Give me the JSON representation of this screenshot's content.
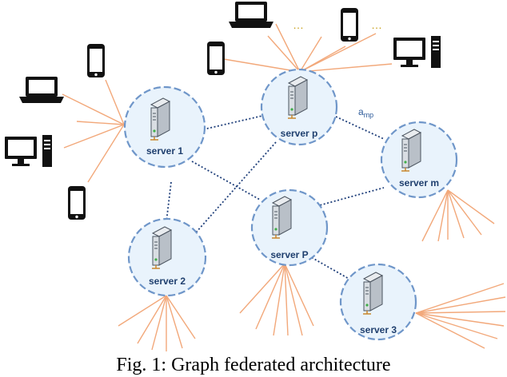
{
  "caption": "Fig. 1: Graph federated architecture",
  "edge_label": {
    "main": "a",
    "sub": "mp"
  },
  "ellipsis": "…",
  "colors": {
    "client_link": "#f2a87a",
    "server_link": "#1f3f7a",
    "node_fill": "#e9f3fc",
    "node_border": "#6f96c9",
    "label": "#1f3f6e"
  },
  "servers": [
    {
      "key": "server1",
      "label": "server 1"
    },
    {
      "key": "serverp",
      "label": "server p"
    },
    {
      "key": "serverm",
      "label": "server m"
    },
    {
      "key": "serverP",
      "label": "server P"
    },
    {
      "key": "server2",
      "label": "server 2"
    },
    {
      "key": "server3",
      "label": "server 3"
    }
  ],
  "server_links": [
    [
      "server1",
      "serverp"
    ],
    [
      "server1",
      "serverP"
    ],
    [
      "server1",
      "server2"
    ],
    [
      "serverp",
      "serverm"
    ],
    [
      "serverp",
      "server2"
    ],
    [
      "serverP",
      "serverm"
    ],
    [
      "serverP",
      "server3"
    ]
  ],
  "client_devices": [
    {
      "type": "laptop-icon",
      "attached_to": "server1"
    },
    {
      "type": "phone-icon",
      "attached_to": "server1"
    },
    {
      "type": "desktop-icon",
      "attached_to": "server1"
    },
    {
      "type": "phone-icon",
      "attached_to": "server1"
    },
    {
      "type": "laptop-icon",
      "attached_to": "serverp"
    },
    {
      "type": "phone-icon",
      "attached_to": "serverp"
    },
    {
      "type": "phone-icon",
      "attached_to": "serverp"
    },
    {
      "type": "desktop-icon",
      "attached_to": "serverp"
    }
  ]
}
